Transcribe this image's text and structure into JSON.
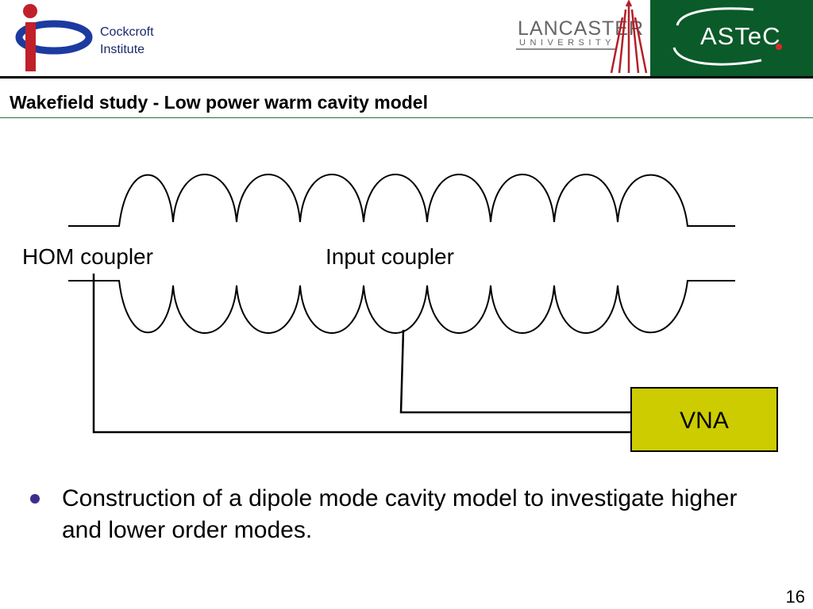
{
  "header": {
    "institute_line1": "Cockcroft",
    "institute_line2": "Institute",
    "lancaster_line1": "LANCASTER",
    "lancaster_line2": "UNIVERSITY",
    "astec": "ASTeC",
    "colors": {
      "ci_red": "#c0202a",
      "ci_blue": "#1c3aa0",
      "astec_green": "#0b5a2a",
      "lancaster_red": "#b3202a"
    }
  },
  "slide": {
    "title": "Wakefield study - Low power warm cavity model",
    "bullet": "Construction of a dipole mode cavity model to investigate higher and lower order modes.",
    "page_number": "16"
  },
  "diagram": {
    "labels": {
      "hom_coupler": "HOM coupler",
      "input_coupler": "Input coupler",
      "vna": "VNA"
    },
    "colors": {
      "vna_fill": "#cccc00",
      "line": "#000000"
    }
  }
}
